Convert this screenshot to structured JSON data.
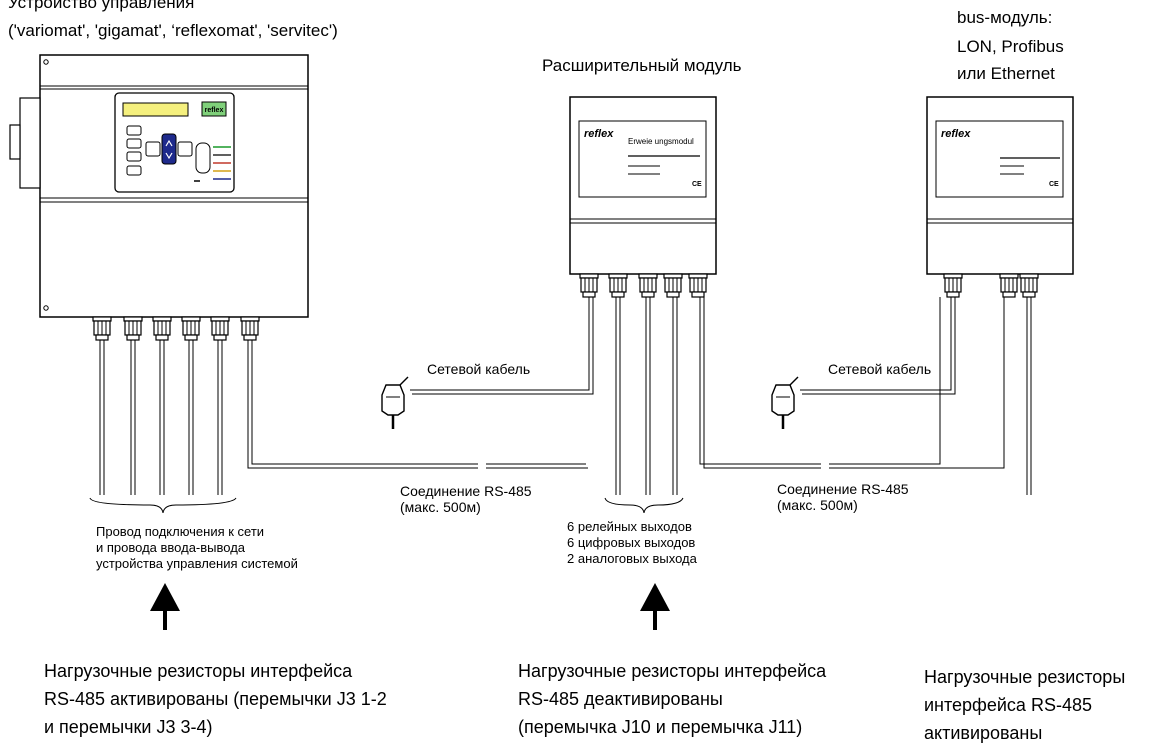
{
  "controller": {
    "title": "Устройство управления",
    "subtitle": "('variomat', 'gigamat', ‘reflexomat', 'servitec')",
    "display_brand": "reflex"
  },
  "expansion_module": {
    "title": "Расширительный модуль",
    "brand": "reflex",
    "plate_text": "Erweie ungsmodul",
    "ce_mark": "CE"
  },
  "bus_module": {
    "title_lines": [
      "bus-модуль:",
      "LON, Profibus",
      "или Ethernet"
    ],
    "brand": "reflex",
    "ce_mark": "CE"
  },
  "cables": {
    "network_cable_1": "Сетевой кабель",
    "network_cable_2": "Сетевой кабель",
    "rs485_link_1": [
      "Соединение RS-485",
      "(макс. 500м)"
    ],
    "rs485_link_2": [
      "Соединение RS-485",
      "(макс. 500м)"
    ]
  },
  "wiring_note": [
    "Провод подключения к сети",
    "и провода ввода-вывода",
    "устройства управления системой"
  ],
  "outputs_note": [
    "6 релейных выходов",
    "6 цифровых выходов",
    "2 аналоговых выхода"
  ],
  "resistors": {
    "left": [
      "Нагрузочные резисторы интерфейса",
      "RS-485 активированы (перемычки  J3 1-2",
      "и перемычки J3 3-4)"
    ],
    "middle": [
      "Нагрузочные резисторы интерфейса",
      "RS-485 деактивированы",
      "(перемычка  J10 и перемычка J11)"
    ],
    "right": [
      "Нагрузочные резисторы",
      "интерфейса RS-485",
      "активированы"
    ]
  }
}
